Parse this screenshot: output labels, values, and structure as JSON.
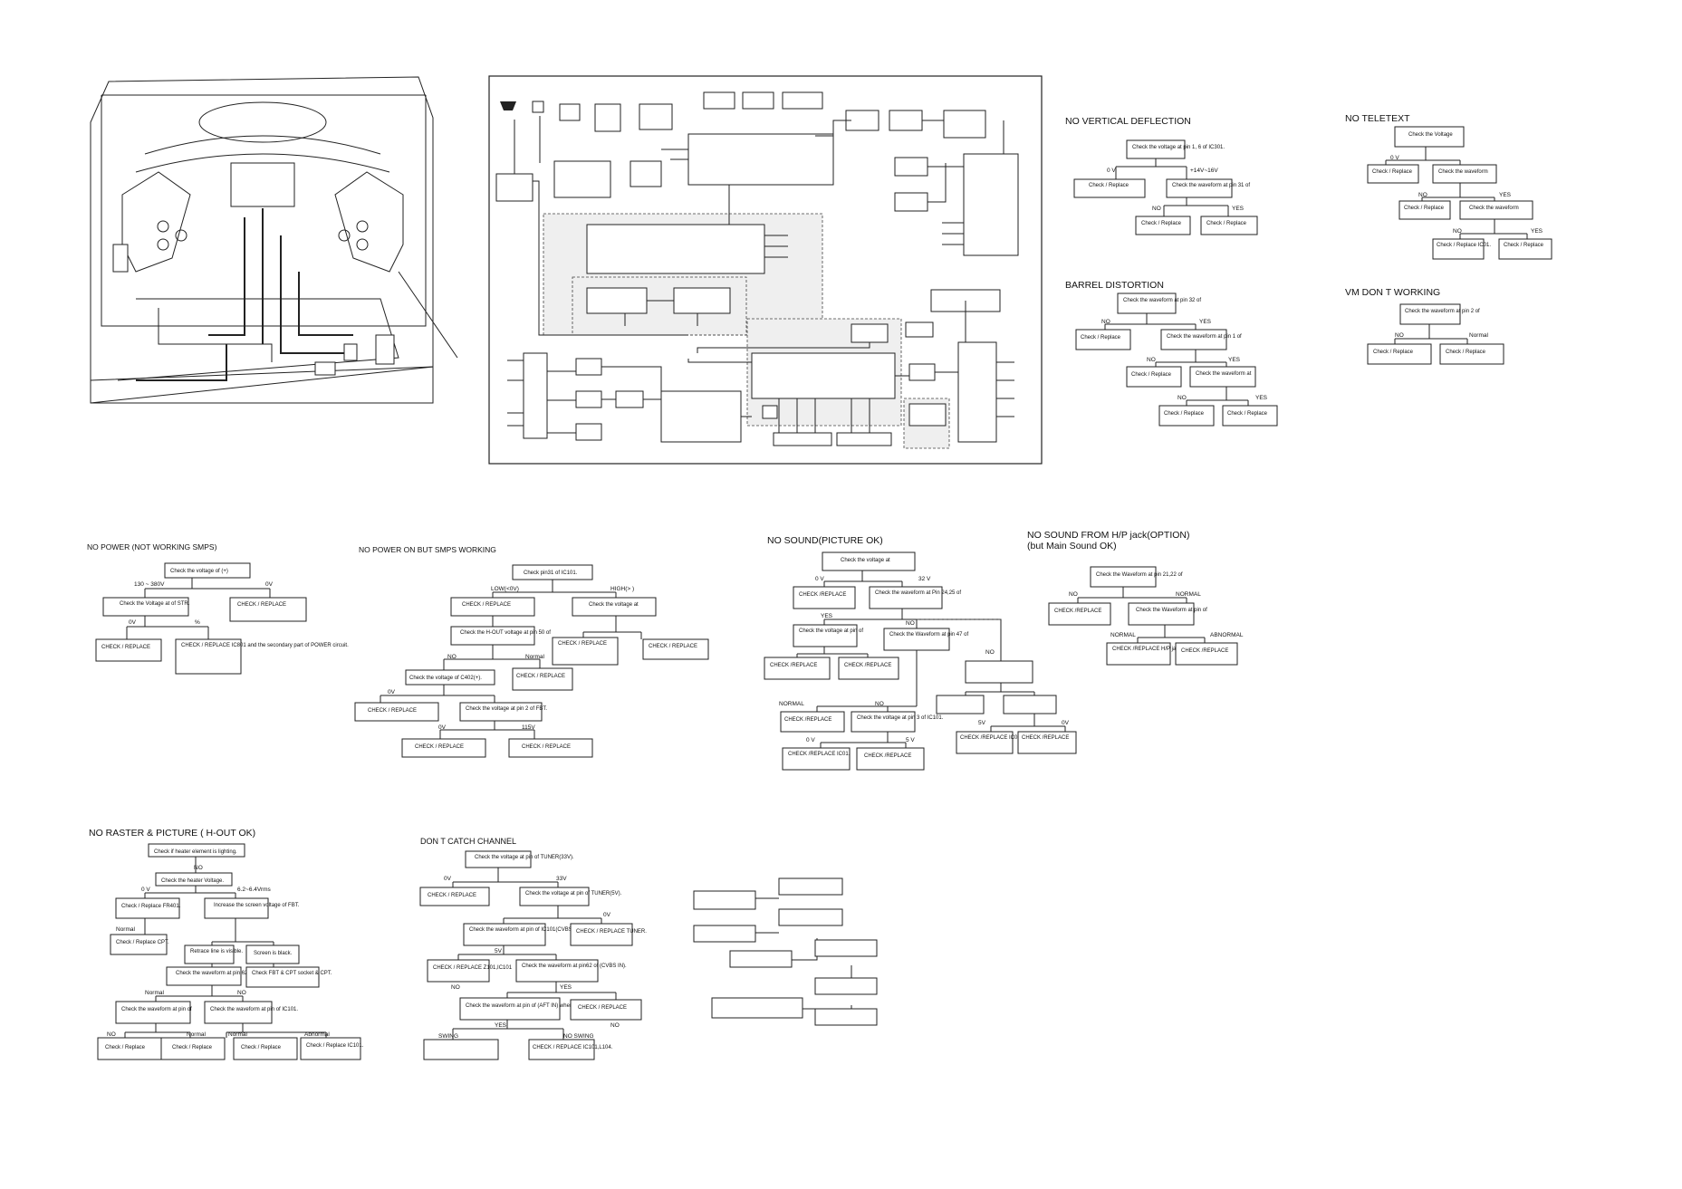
{
  "sections": {
    "no_vertical_deflection": {
      "title": "NO VERTICAL DEFLECTION",
      "boxes": [
        "Check the voltage at pin 1, 6 of IC301.",
        "Check / Replace",
        "Check the waveform at pin 31 of",
        "Check / Replace",
        "Check / Replace"
      ],
      "labels": [
        "0 V",
        "+14V~16V",
        "NO",
        "YES"
      ]
    },
    "no_teletext": {
      "title": "NO TELETEXT",
      "boxes": [
        "Check the Voltage",
        "Check / Replace",
        "Check the waveform",
        "Check / Replace",
        "Check the waveform",
        "Check / Replace IC01.",
        "Check / Replace"
      ],
      "labels": [
        "0 V",
        "NO",
        "YES",
        "NO",
        "YES"
      ]
    },
    "barrel_distortion": {
      "title": "BARREL DISTORTION",
      "boxes": [
        "Check the waveform at pin 32 of",
        "Check / Replace",
        "Check the waveform at pin 1 of",
        "Check / Replace",
        "Check the waveform at",
        "Check / Replace",
        "Check / Replace"
      ],
      "labels": [
        "NO",
        "YES",
        "NO",
        "YES",
        "NO",
        "YES"
      ]
    },
    "vm_dont_working": {
      "title": "VM DON T WORKING",
      "boxes": [
        "Check the waveform at pin 2 of",
        "Check / Replace",
        "Check / Replace"
      ],
      "labels": [
        "NO",
        "Normal"
      ]
    },
    "no_power": {
      "title": "NO POWER (NOT WORKING SMPS)",
      "boxes": [
        "Check the voltage of         (+)",
        "Check the Voltage at          of STR.",
        "CHECK / REPLACE",
        "CHECK / REPLACE",
        "CHECK / REPLACE IC801 and the secondary part of POWER circuit."
      ],
      "labels": [
        "130 ~ 380V",
        "0V",
        "0V",
        "%"
      ]
    },
    "no_power_smps": {
      "title": "NO POWER ON BUT SMPS WORKING",
      "boxes": [
        "Check pin31 of IC101.",
        "CHECK / REPLACE",
        "Check the voltage at",
        "Check the H-OUT voltage at pin 50 of",
        "CHECK / REPLACE",
        "CHECK / REPLACE",
        "Check the voltage of C402(+).",
        "CHECK / REPLACE",
        "CHECK / REPLACE",
        "Check the voltage at pin 2 of FBT.",
        "CHECK / REPLACE",
        "CHECK / REPLACE"
      ],
      "labels": [
        "LOW(<0V)",
        "HIGH(>   )",
        "NO",
        "Normal",
        "0V",
        "0V",
        "115V"
      ]
    },
    "no_sound": {
      "title": "NO SOUND(PICTURE OK)",
      "boxes": [
        "Check the voltage at",
        "CHECK /REPLACE",
        "Check the waveform at Pin 24,25 of",
        "Check the voltage at pin      of",
        "Check the Waveform at pin 47 of",
        "CHECK /REPLACE",
        "CHECK /REPLACE",
        "CHECK /REPLACE",
        "Check the voltage at pin  3  of IC101.",
        "CHECK /REPLACE IC01.",
        "CHECK /REPLACE",
        "CHECK /REPLACE IC01.",
        "CHECK /REPLACE"
      ],
      "labels": [
        "0 V",
        "32 V",
        "YES",
        "NO",
        "NO",
        "NORMAL",
        "NO",
        "0 V",
        "5 V",
        "5V",
        "0V"
      ]
    },
    "no_sound_hp": {
      "title": "NO SOUND FROM H/P jack(OPTION)",
      "subtitle": "(but Main Sound OK)",
      "boxes": [
        "Check the Waveform at pin 21,22 of",
        "CHECK /REPLACE",
        "Check the Waveform at pin       of",
        "CHECK /REPLACE H/P jack.",
        "CHECK /REPLACE"
      ],
      "labels": [
        "NO",
        "NORMAL",
        "NORMAL",
        "ABNORMAL"
      ]
    },
    "no_raster": {
      "title": "NO RASTER & PICTURE ( H-OUT OK)",
      "boxes": [
        "Check if heater element is lighting.",
        "Check the heater Voltage.",
        "Check / Replace FR401.",
        "Increase the screen voltage of FBT.",
        "Check / Replace CPT.",
        "Retrace line is visible.",
        "Screen is black.",
        "Check the waveform at pin 62 of",
        "Check FBT & CPT socket & CPT.",
        "Check the waveform at pin       of",
        "Check the waveform at pin     of IC101.",
        "Check / Replace",
        "Check / Replace",
        "Check / Replace",
        "Check / Replace IC101."
      ],
      "labels": [
        "NO",
        "0 V",
        "6.2~6.4Vrms",
        "Normal",
        "Normal",
        "NO",
        "NO",
        "Normal",
        "Normal",
        "Abnormal"
      ]
    },
    "dont_catch_channel": {
      "title": "DON T CATCH CHANNEL",
      "boxes": [
        "Check the voltage at pin     of TUNER(33V).",
        "CHECK / REPLACE",
        "Check the voltage at pin      of TUNER(5V).",
        "Check the waveform at pin      of IC101(CVBS OUT).",
        "CHECK / REPLACE TUNER.",
        "CHECK / REPLACE Z101,IC101",
        "Check the waveform at pin62 of          (CVBS IN).",
        "Check the waveform at pin of         (AFT IN) when searching.",
        "CHECK / REPLACE",
        "CHECK / REPLACE IC101,L104."
      ],
      "labels": [
        "0V",
        "33V",
        "5V",
        "0V",
        "NO",
        "YES",
        "YES",
        "NO",
        "SWING",
        "NO SWING"
      ]
    }
  }
}
